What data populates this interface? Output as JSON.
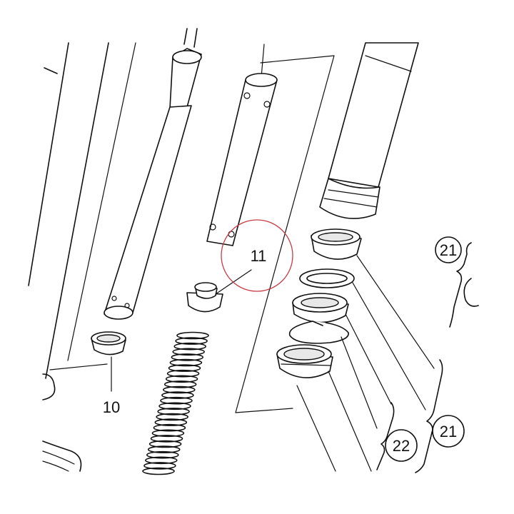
{
  "labels": {
    "part_10": "10",
    "part_11": "11",
    "part_21_top": "21",
    "part_21_bottom": "21",
    "part_22": "22"
  },
  "colors": {
    "line": "#111111",
    "highlight_circle": "#c83c48",
    "background": "#ffffff"
  }
}
